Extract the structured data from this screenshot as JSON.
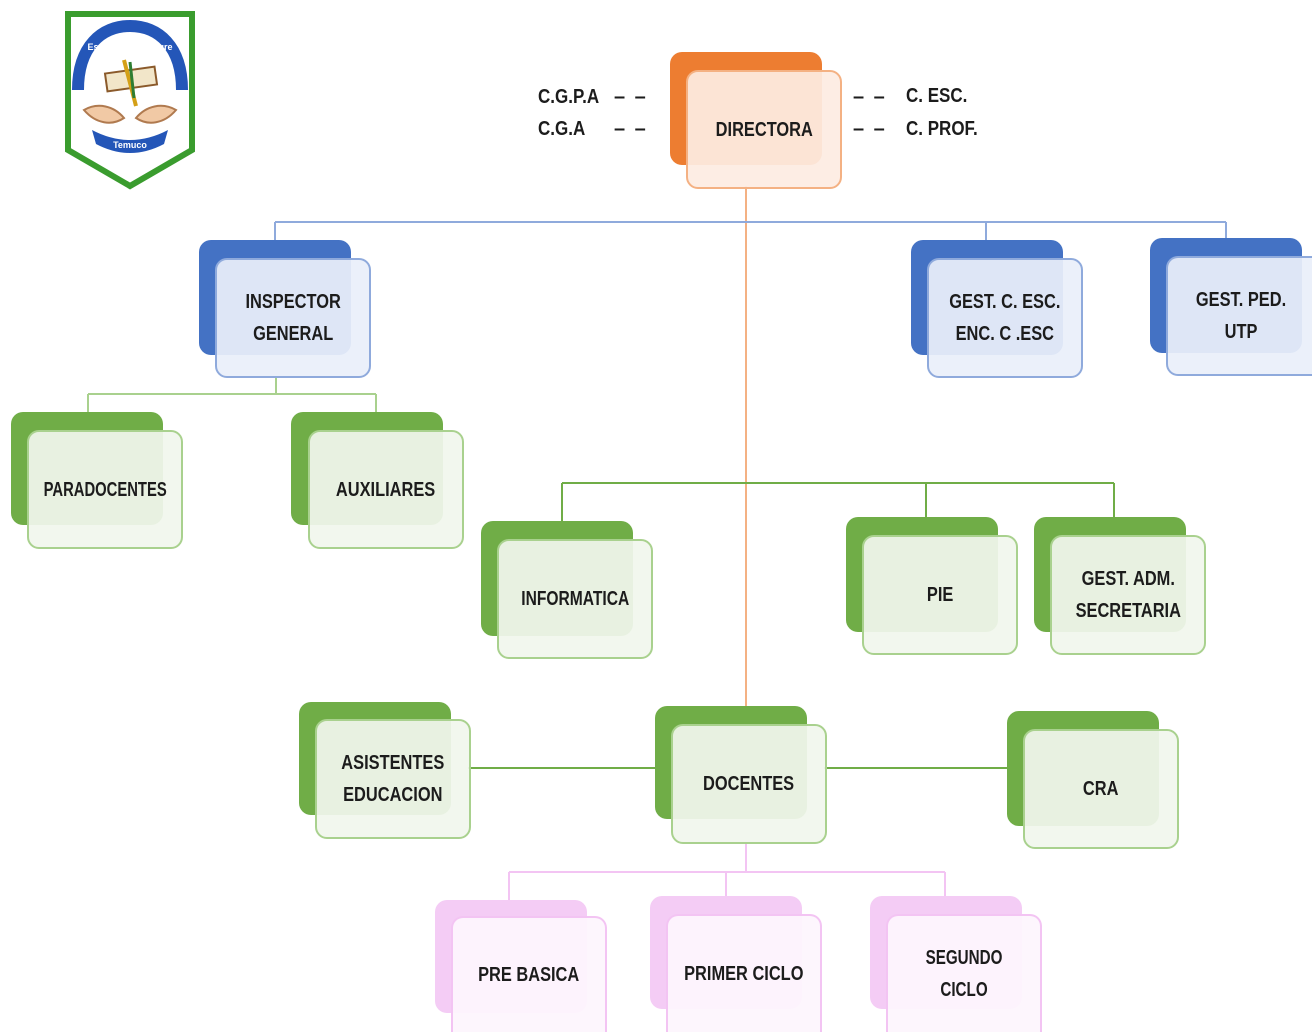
{
  "logo": {
    "school_name": "Escuela Villa Alegre",
    "city": "Temuco"
  },
  "directora": {
    "label": "DIRECTORA",
    "left_councils": [
      "C.G.P.A",
      "C.G.A"
    ],
    "right_councils": [
      "C. ESC.",
      "C. PROF."
    ],
    "dash": "– –"
  },
  "level1": [
    {
      "id": "inspector",
      "label": "INSPECTOR\nGENERAL"
    },
    {
      "id": "gest-c-esc",
      "label": "GEST. C. ESC.\nENC. C .ESC"
    },
    {
      "id": "gest-ped",
      "label": "GEST. PED.\nUTP"
    }
  ],
  "inspector_children": [
    {
      "id": "paradocentes",
      "label": "PARADOCENTES"
    },
    {
      "id": "auxiliares",
      "label": "AUXILIARES"
    }
  ],
  "support": [
    {
      "id": "informatica",
      "label": "INFORMATICA"
    },
    {
      "id": "pie",
      "label": "PIE"
    },
    {
      "id": "gest-adm",
      "label": "GEST. ADM.\nSECRETARIA"
    }
  ],
  "teaching": [
    {
      "id": "asistentes",
      "label": "ASISTENTES\nEDUCACION"
    },
    {
      "id": "docentes",
      "label": "DOCENTES"
    },
    {
      "id": "cra",
      "label": "CRA"
    }
  ],
  "cycles": [
    {
      "id": "pre-basica",
      "label": "PRE BASICA"
    },
    {
      "id": "primer-ciclo",
      "label": "PRIMER CICLO"
    },
    {
      "id": "segundo-ciclo",
      "label": "SEGUNDO CICLO"
    }
  ],
  "colors": {
    "orange": "#ED7D31",
    "blue": "#4472C4",
    "green": "#70AD47",
    "pink": "#F4CCF5",
    "orange_line": "#F4B183",
    "blue_line": "#8FAADC",
    "green_line": "#70AD47",
    "pink_line": "#F3C4F3"
  }
}
